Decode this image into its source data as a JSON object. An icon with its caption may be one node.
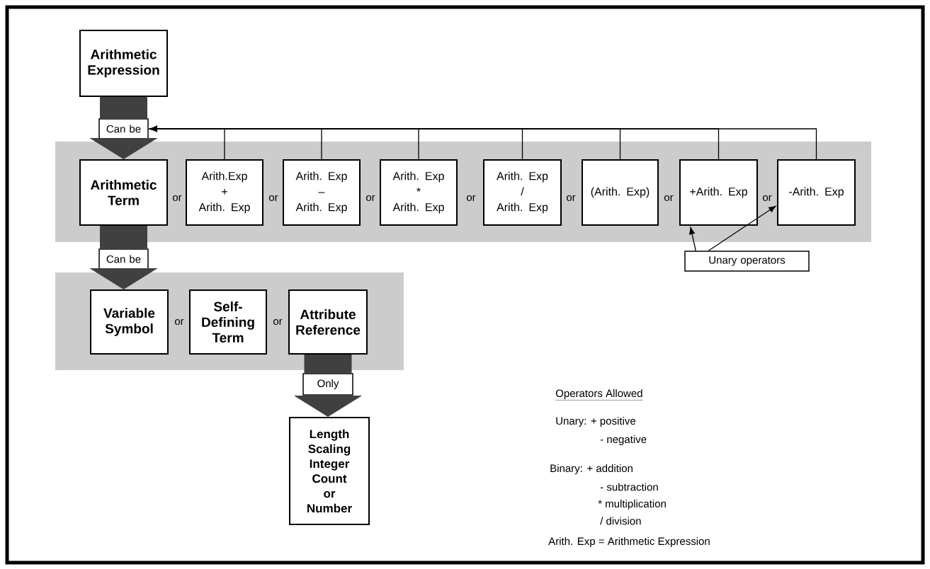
{
  "diagram": {
    "nodes": [
      {
        "text": [
          "Arithmetic Expression"
        ]
      },
      {
        "text": [
          "Arithmetic Term"
        ]
      },
      {
        "text": [
          "Arith.Exp",
          "+",
          "Arith. Exp"
        ]
      },
      {
        "text": [
          "Arith. Exp",
          "–",
          "Arith. Exp"
        ]
      },
      {
        "text": [
          "Arith. Exp",
          "*",
          "Arith. Exp"
        ]
      },
      {
        "text": [
          "Arith. Exp",
          "/",
          "Arith. Exp"
        ]
      },
      {
        "text": [
          "(Arith. Exp)"
        ]
      },
      {
        "text": [
          "+Arith. Exp"
        ]
      },
      {
        "text": [
          "-Arith. Exp"
        ]
      },
      {
        "text": [
          "Variable Symbol"
        ]
      },
      {
        "text": [
          "Self-Defining Term"
        ]
      },
      {
        "text": [
          "Attribute Reference"
        ]
      },
      {
        "text": [
          "Length Scaling Integer Count or Number"
        ]
      },
      {
        "text": [
          "Unary operators"
        ]
      },
      {
        "text": [
          "Can be"
        ]
      },
      {
        "text": [
          "Can be"
        ]
      },
      {
        "text": [
          "Only"
        ]
      }
    ],
    "edges": [
      {
        "from": 0,
        "to": 14,
        "arrow": "none",
        "style": "thick"
      },
      {
        "from": 14,
        "to": 1,
        "arrow": "to",
        "style": "thick"
      },
      {
        "from": 1,
        "to": 15,
        "arrow": "none",
        "style": "thick"
      },
      {
        "from": 15,
        "to": 9,
        "arrow": "to",
        "style": "thick"
      },
      {
        "from": 11,
        "to": 16,
        "arrow": "none",
        "style": "thick"
      },
      {
        "from": 16,
        "to": 12,
        "arrow": "to",
        "style": "thick"
      },
      {
        "from": 2,
        "to": 14,
        "arrow": "to"
      },
      {
        "from": 3,
        "to": 14,
        "arrow": "to"
      },
      {
        "from": 4,
        "to": 14,
        "arrow": "to"
      },
      {
        "from": 5,
        "to": 14,
        "arrow": "to"
      },
      {
        "from": 6,
        "to": 14,
        "arrow": "to"
      },
      {
        "from": 7,
        "to": 14,
        "arrow": "to"
      },
      {
        "from": 8,
        "to": 14,
        "arrow": "to"
      },
      {
        "from": 13,
        "to": 7,
        "arrow": "to"
      },
      {
        "from": 13,
        "to": 8,
        "arrow": "to"
      }
    ],
    "labels": [
      "or",
      "or",
      "or",
      "or",
      "or",
      "or",
      "or",
      "or",
      "or",
      "Operators Allowed",
      "Unary: + positive",
      "- negative",
      "Binary: + addition",
      "- subtraction",
      "* multiplication",
      "/ division",
      "Arith. Exp = Arithmetic Expression"
    ]
  }
}
